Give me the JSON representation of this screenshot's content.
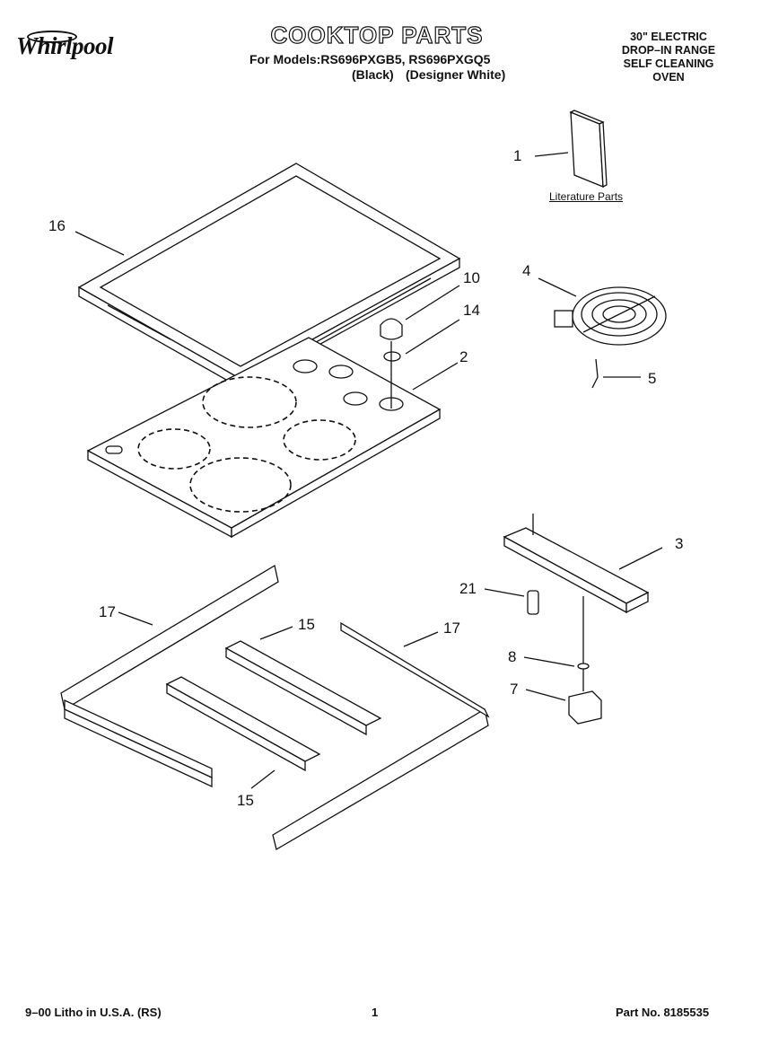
{
  "header": {
    "brand": "Whirlpool",
    "title": "COOKTOP PARTS",
    "models_line": "For Models:RS696PXGB5, RS696PXGQ5",
    "model_black": "(Black)",
    "model_white": "(Designer White)",
    "spec_lines": [
      "30\" ELECTRIC",
      "DROP–IN RANGE",
      "SELF CLEANING",
      "OVEN"
    ]
  },
  "literature_label": "Literature Parts",
  "callouts": {
    "c1": "1",
    "c2": "2",
    "c3": "3",
    "c4": "4",
    "c5": "5",
    "c7": "7",
    "c8": "8",
    "c10": "10",
    "c14": "14",
    "c15a": "15",
    "c15b": "15",
    "c16": "16",
    "c17a": "17",
    "c17b": "17",
    "c21": "21"
  },
  "footer": {
    "left": "9–00 Litho in U.S.A. (RS)",
    "page": "1",
    "part": "Part No. 8185535"
  }
}
